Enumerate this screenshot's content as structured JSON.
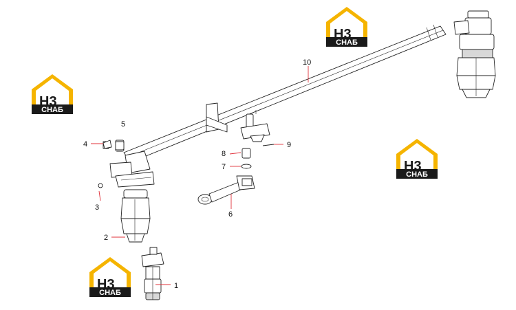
{
  "diagram": {
    "callouts": [
      {
        "id": "1",
        "label": "1"
      },
      {
        "id": "2",
        "label": "2"
      },
      {
        "id": "3",
        "label": "3"
      },
      {
        "id": "4",
        "label": "4"
      },
      {
        "id": "5",
        "label": "5"
      },
      {
        "id": "6",
        "label": "6"
      },
      {
        "id": "7",
        "label": "7"
      },
      {
        "id": "8",
        "label": "8"
      },
      {
        "id": "9",
        "label": "9"
      },
      {
        "id": "10",
        "label": "10"
      }
    ]
  },
  "watermark": {
    "logo_letters": "H3",
    "logo_caption": "СНАБ",
    "accent_color": "#f5b400",
    "dark_color": "#1a1a1a"
  }
}
